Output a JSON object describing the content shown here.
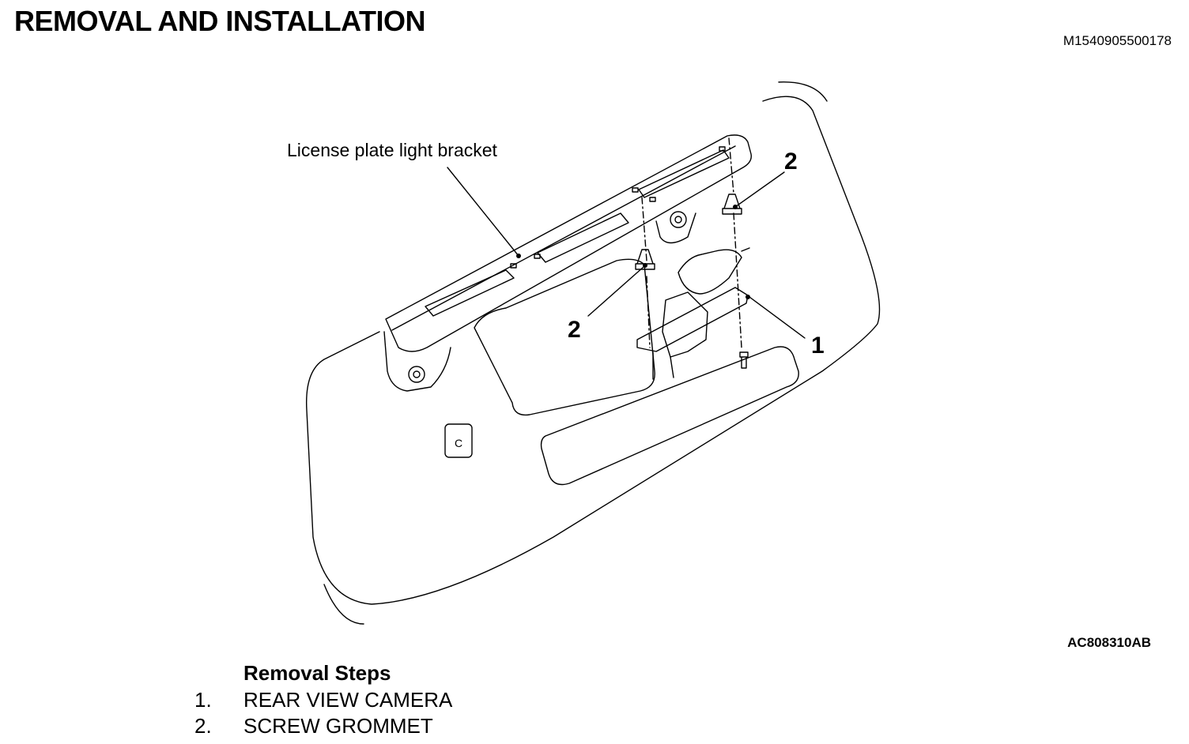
{
  "header": {
    "title": "REMOVAL AND INSTALLATION",
    "doc_id": "M1540905500178"
  },
  "diagram": {
    "label_bracket": "License plate light bracket",
    "callout_1": "1",
    "callout_2a": "2",
    "callout_2b": "2",
    "figure_id": "AC808310AB"
  },
  "removal": {
    "heading": "Removal Steps",
    "steps": [
      {
        "num": "1.",
        "label": "REAR VIEW CAMERA"
      },
      {
        "num": "2.",
        "label": "SCREW GROMMET"
      }
    ]
  }
}
